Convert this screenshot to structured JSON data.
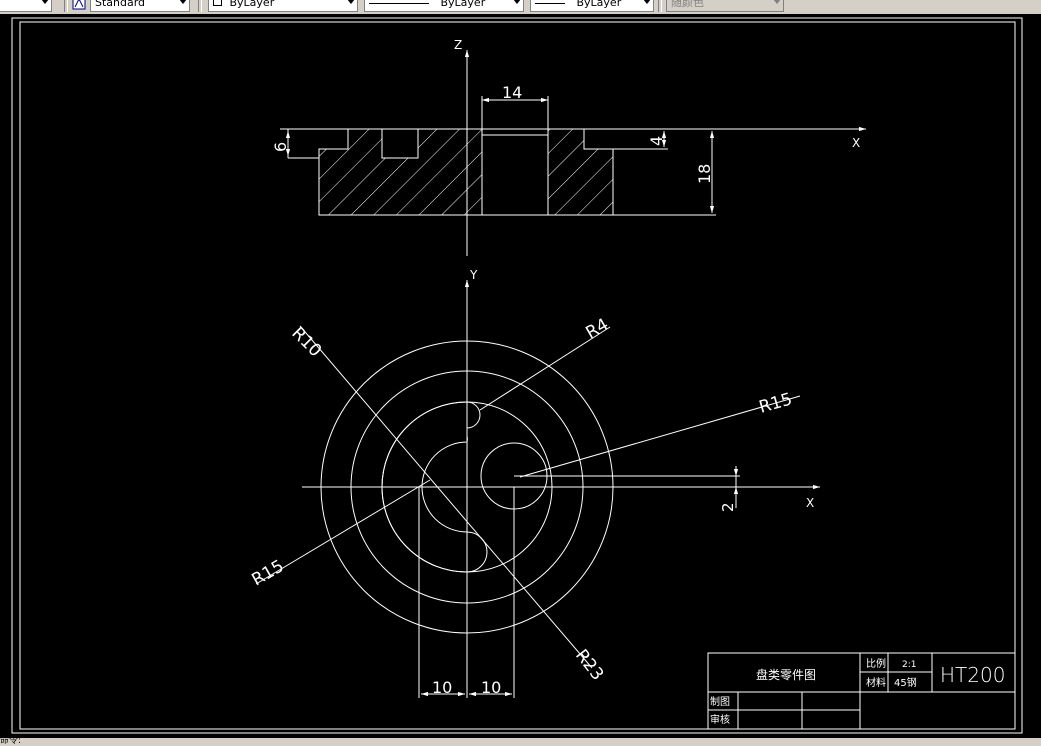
{
  "toolbar": {
    "text_style": "Standard",
    "layer": "ByLayer",
    "linetype": "ByLayer",
    "lineweight": "ByLayer",
    "plot_style": "随颜色"
  },
  "drawing": {
    "axes": {
      "z": "Z",
      "x_top": "X",
      "y": "Y",
      "x_bottom": "X"
    },
    "dims_top": {
      "width": "14",
      "depth_left": "6",
      "depth_right": "4",
      "height": "18"
    },
    "dims_bottom": {
      "r10": "R10",
      "r4": "R4",
      "r15_right": "R15",
      "r15_left": "R15",
      "r23": "R23",
      "offset": "2",
      "w_left": "10",
      "w_right": "10"
    }
  },
  "title_block": {
    "part_name": "盘类零件图",
    "scale_label": "比例",
    "scale_value": "2:1",
    "material_label": "材料",
    "material_value": "45钢",
    "code": "HT200",
    "drawn_label": "制图",
    "checked_label": "审核"
  },
  "status": {
    "prompt": "命令:"
  },
  "colors": {
    "canvas": "#000000",
    "lines": "#ffffff",
    "chrome": "#d4d0c8"
  }
}
